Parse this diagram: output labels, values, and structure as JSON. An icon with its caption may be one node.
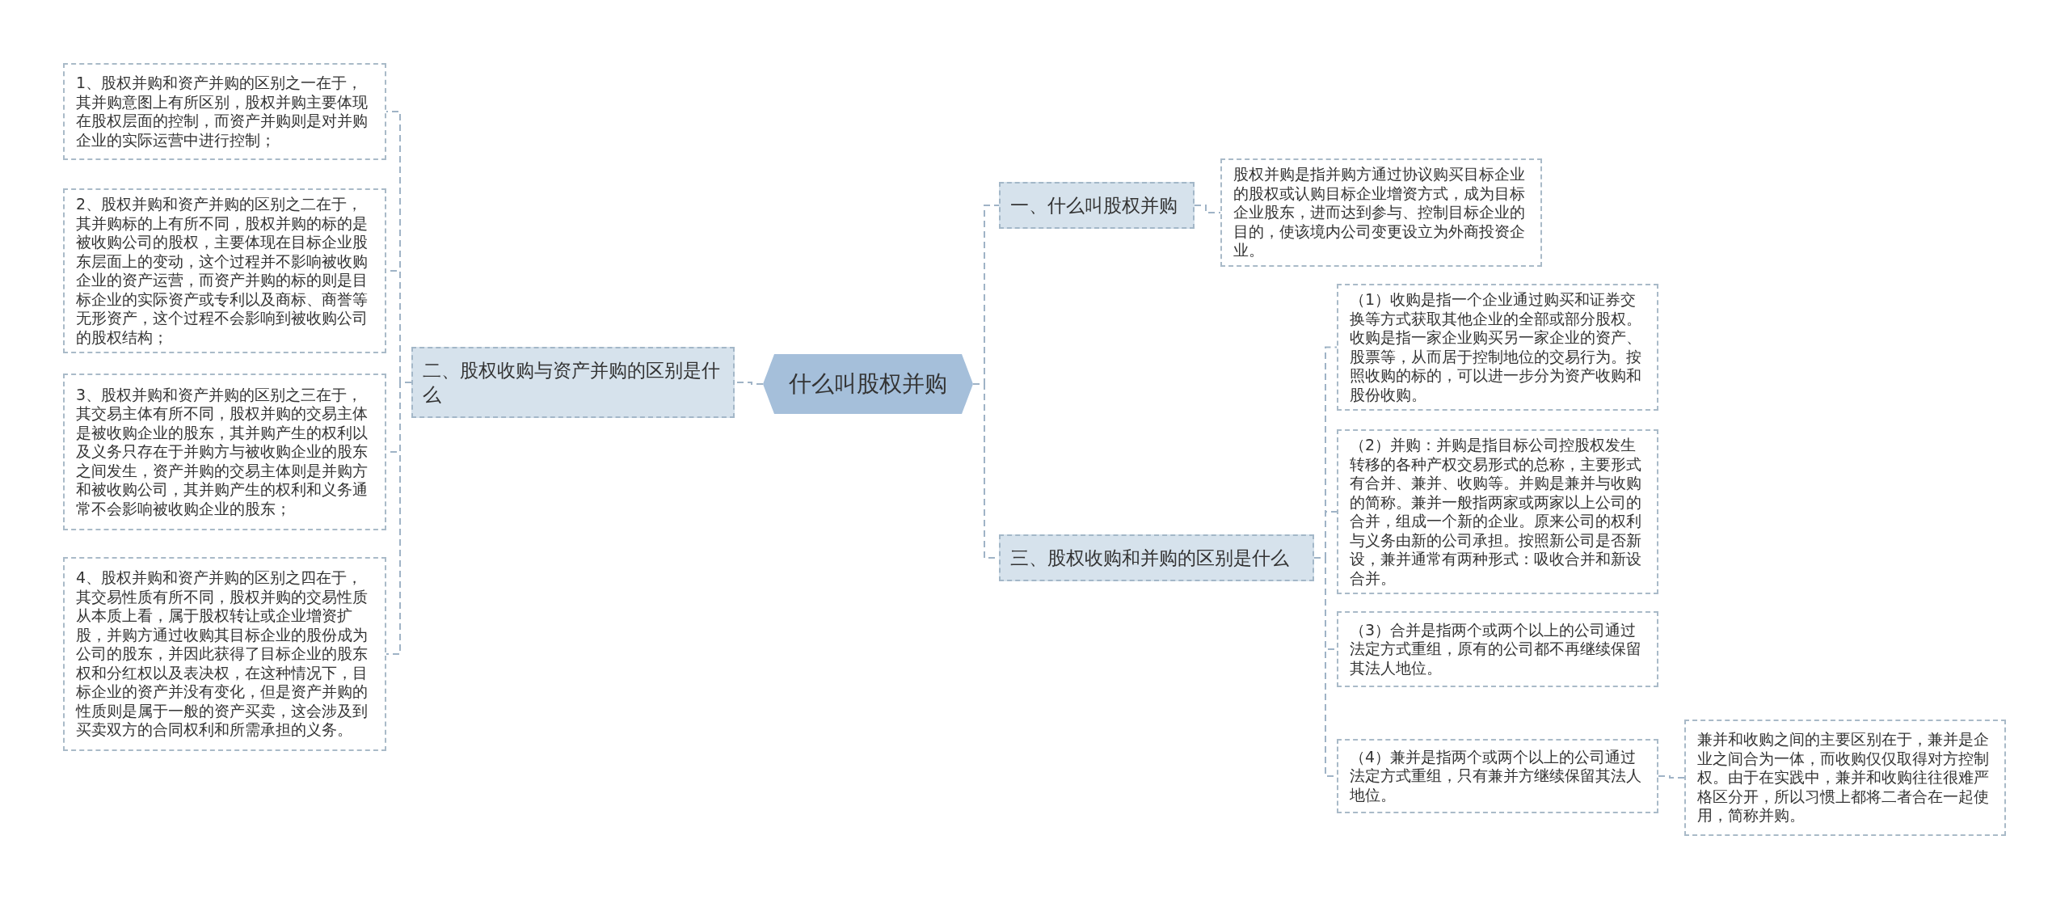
{
  "diagram": {
    "nodes": [
      {
        "text": [
          "什么叫股权并购"
        ]
      },
      {
        "text": [
          "一、什么叫股权并购"
        ]
      },
      {
        "text": [
          "股权并购是指并购方通过协议购买目标企业的股权或认购目标企业增资方式，成为目标企业股东，进而达到参与、控制目标企业的目的，使该境内公司变更设立为外商投资企业。"
        ]
      },
      {
        "text": [
          "三、股权收购和并购的区别是什么"
        ]
      },
      {
        "text": [
          "（1）收购是指一个企业通过购买和证券交换等方式获取其他企业的全部或部分股权。收购是指一家企业购买另一家企业的资产、股票等，从而居于控制地位的交易行为。按照收购的标的，可以进一步分为资产收购和股份收购。"
        ]
      },
      {
        "text": [
          "（2）并购：并购是指目标公司控股权发生转移的各种产权交易形式的总称，主要形式有合并、兼并、收购等。并购是兼并与收购的简称。兼并一般指两家或两家以上公司的合并，组成一个新的企业。原来公司的权利与义务由新的公司承担。按照新公司是否新设，兼并通常有两种形式：吸收合并和新设合并。"
        ]
      },
      {
        "text": [
          "（3）合并是指两个或两个以上的公司通过法定方式重组，原有的公司都不再继续保留其法人地位。"
        ]
      },
      {
        "text": [
          "（4）兼并是指两个或两个以上的公司通过法定方式重组，只有兼并方继续保留其法人地位。"
        ]
      },
      {
        "text": [
          "兼并和收购之间的主要区别在于，兼并是企业之间合为一体，而收购仅仅取得对方控制权。由于在实践中，兼并和收购往往很难严格区分开，所以习惯上都将二者合在一起使用，简称并购。"
        ]
      },
      {
        "text": [
          "二、股权收购与资产并购的区别是什么"
        ]
      },
      {
        "text": [
          "1、股权并购和资产并购的区别之一在于，其并购意图上有所区别，股权并购主要体现在股权层面的控制，而资产并购则是对并购企业的实际运营中进行控制；"
        ]
      },
      {
        "text": [
          "2、股权并购和资产并购的区别之二在于，其并购标的上有所不同，股权并购的标的是被收购公司的股权，主要体现在目标企业股东层面上的变动，这个过程并不影响被收购企业的资产运营，而资产并购的标的则是目标企业的实际资产或专利以及商标、商誉等无形资产，这个过程不会影响到被收购公司的股权结构；"
        ]
      },
      {
        "text": [
          "3、股权并购和资产并购的区别之三在于，其交易主体有所不同，股权并购的交易主体是被收购企业的股东，其并购产生的权利以及义务只存在于并购方与被收购企业的股东之间发生，资产并购的交易主体则是并购方和被收购公司，其并购产生的权利和义务通常不会影响被收购企业的股东；"
        ]
      },
      {
        "text": [
          "4、股权并购和资产并购的区别之四在于，其交易性质有所不同，股权并购的交易性质从本质上看，属于股权转让或企业增资扩股，并购方通过收购其目标企业的股份成为公司的股东，并因此获得了目标企业的股东权和分红权以及表决权，在这种情况下，目标企业的资产并没有变化，但是资产并购的性质则是属于一般的资产买卖，这会涉及到买卖双方的合同权利和所需承担的义务。"
        ]
      }
    ],
    "edges": [
      {
        "from": 0,
        "to": 1,
        "arrow": "none"
      },
      {
        "from": 1,
        "to": 2,
        "arrow": "none"
      },
      {
        "from": 0,
        "to": 3,
        "arrow": "none"
      },
      {
        "from": 3,
        "to": 4,
        "arrow": "none"
      },
      {
        "from": 3,
        "to": 5,
        "arrow": "none"
      },
      {
        "from": 3,
        "to": 6,
        "arrow": "none"
      },
      {
        "from": 3,
        "to": 7,
        "arrow": "none"
      },
      {
        "from": 7,
        "to": 8,
        "arrow": "none"
      },
      {
        "from": 0,
        "to": 9,
        "arrow": "none"
      },
      {
        "from": 9,
        "to": 10,
        "arrow": "none"
      },
      {
        "from": 9,
        "to": 11,
        "arrow": "none"
      },
      {
        "from": 9,
        "to": 12,
        "arrow": "none"
      },
      {
        "from": 9,
        "to": 13,
        "arrow": "none"
      }
    ]
  }
}
